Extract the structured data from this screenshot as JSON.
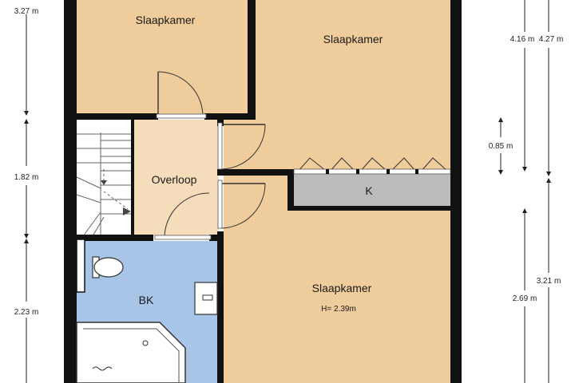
{
  "colors": {
    "bedroom": "#efcc9b",
    "landing": "#f5dcba",
    "bathroom": "#a8c4e6",
    "cupboard": "#bcbcbc",
    "wall": "#111111",
    "stairs": "#ffffff"
  },
  "rooms": {
    "bedroom_top_left": "Slaapkamer",
    "bedroom_top_right": "Slaapkamer",
    "landing": "Overloop",
    "cupboard": "K",
    "bathroom": "BK",
    "bedroom_bottom": "Slaapkamer",
    "ceiling_height": "H= 2.39m"
  },
  "dimensions": {
    "left_1": "3.27 m",
    "left_2": "1.82 m",
    "left_3": "2.23 m",
    "right_1a": "4.16 m",
    "right_1b": "4.27 m",
    "right_2": "0.85 m",
    "right_3a": "3.21 m",
    "right_3b": "2.69 m"
  }
}
